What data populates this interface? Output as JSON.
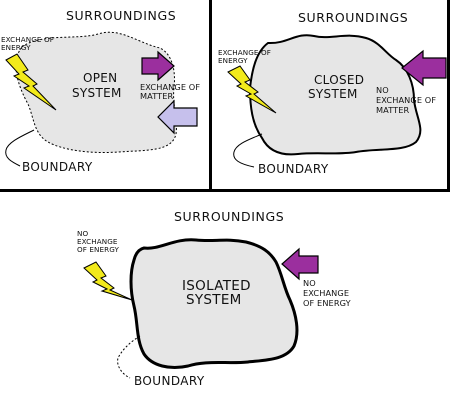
{
  "panels": {
    "open": {
      "surroundings": "SURROUNDINGS",
      "system_line1": "OPEN",
      "system_line2": "SYSTEM",
      "energy_line1": "EXCHANGE OF",
      "energy_line2": "ENERGY",
      "matter_line1": "EXCHANGE OF",
      "matter_line2": "MATTER",
      "boundary": "BOUNDARY"
    },
    "closed": {
      "surroundings": "SURROUNDINGS",
      "system_line1": "CLOSED",
      "system_line2": "SYSTEM",
      "energy_line1": "EXCHANGE OF",
      "energy_line2": "ENERGY",
      "matter_line1": "NO",
      "matter_line2": "EXCHANGE OF",
      "matter_line3": "MATTER",
      "boundary": "BOUNDARY"
    },
    "isolated": {
      "surroundings": "SURROUNDINGS",
      "system_line1": "ISOLATED",
      "system_line2": "SYSTEM",
      "energy_line1": "NO",
      "energy_line2": "EXCHANGE",
      "energy_line3": "OF ENERGY",
      "right_line1": "NO",
      "right_line2": "EXCHANGE",
      "right_line3": "OF ENERGY",
      "boundary": "BOUNDARY"
    }
  },
  "colors": {
    "system_fill": "#e6e6e6",
    "lightning": "#f2ea1b",
    "arrow_purple": "#9b2f9e",
    "arrow_lavender": "#c6c0ec",
    "frame": "#000000"
  },
  "icons": {
    "energy": "lightning-bolt-icon",
    "matter_in": "arrow-left-icon",
    "matter_out": "arrow-right-icon"
  }
}
